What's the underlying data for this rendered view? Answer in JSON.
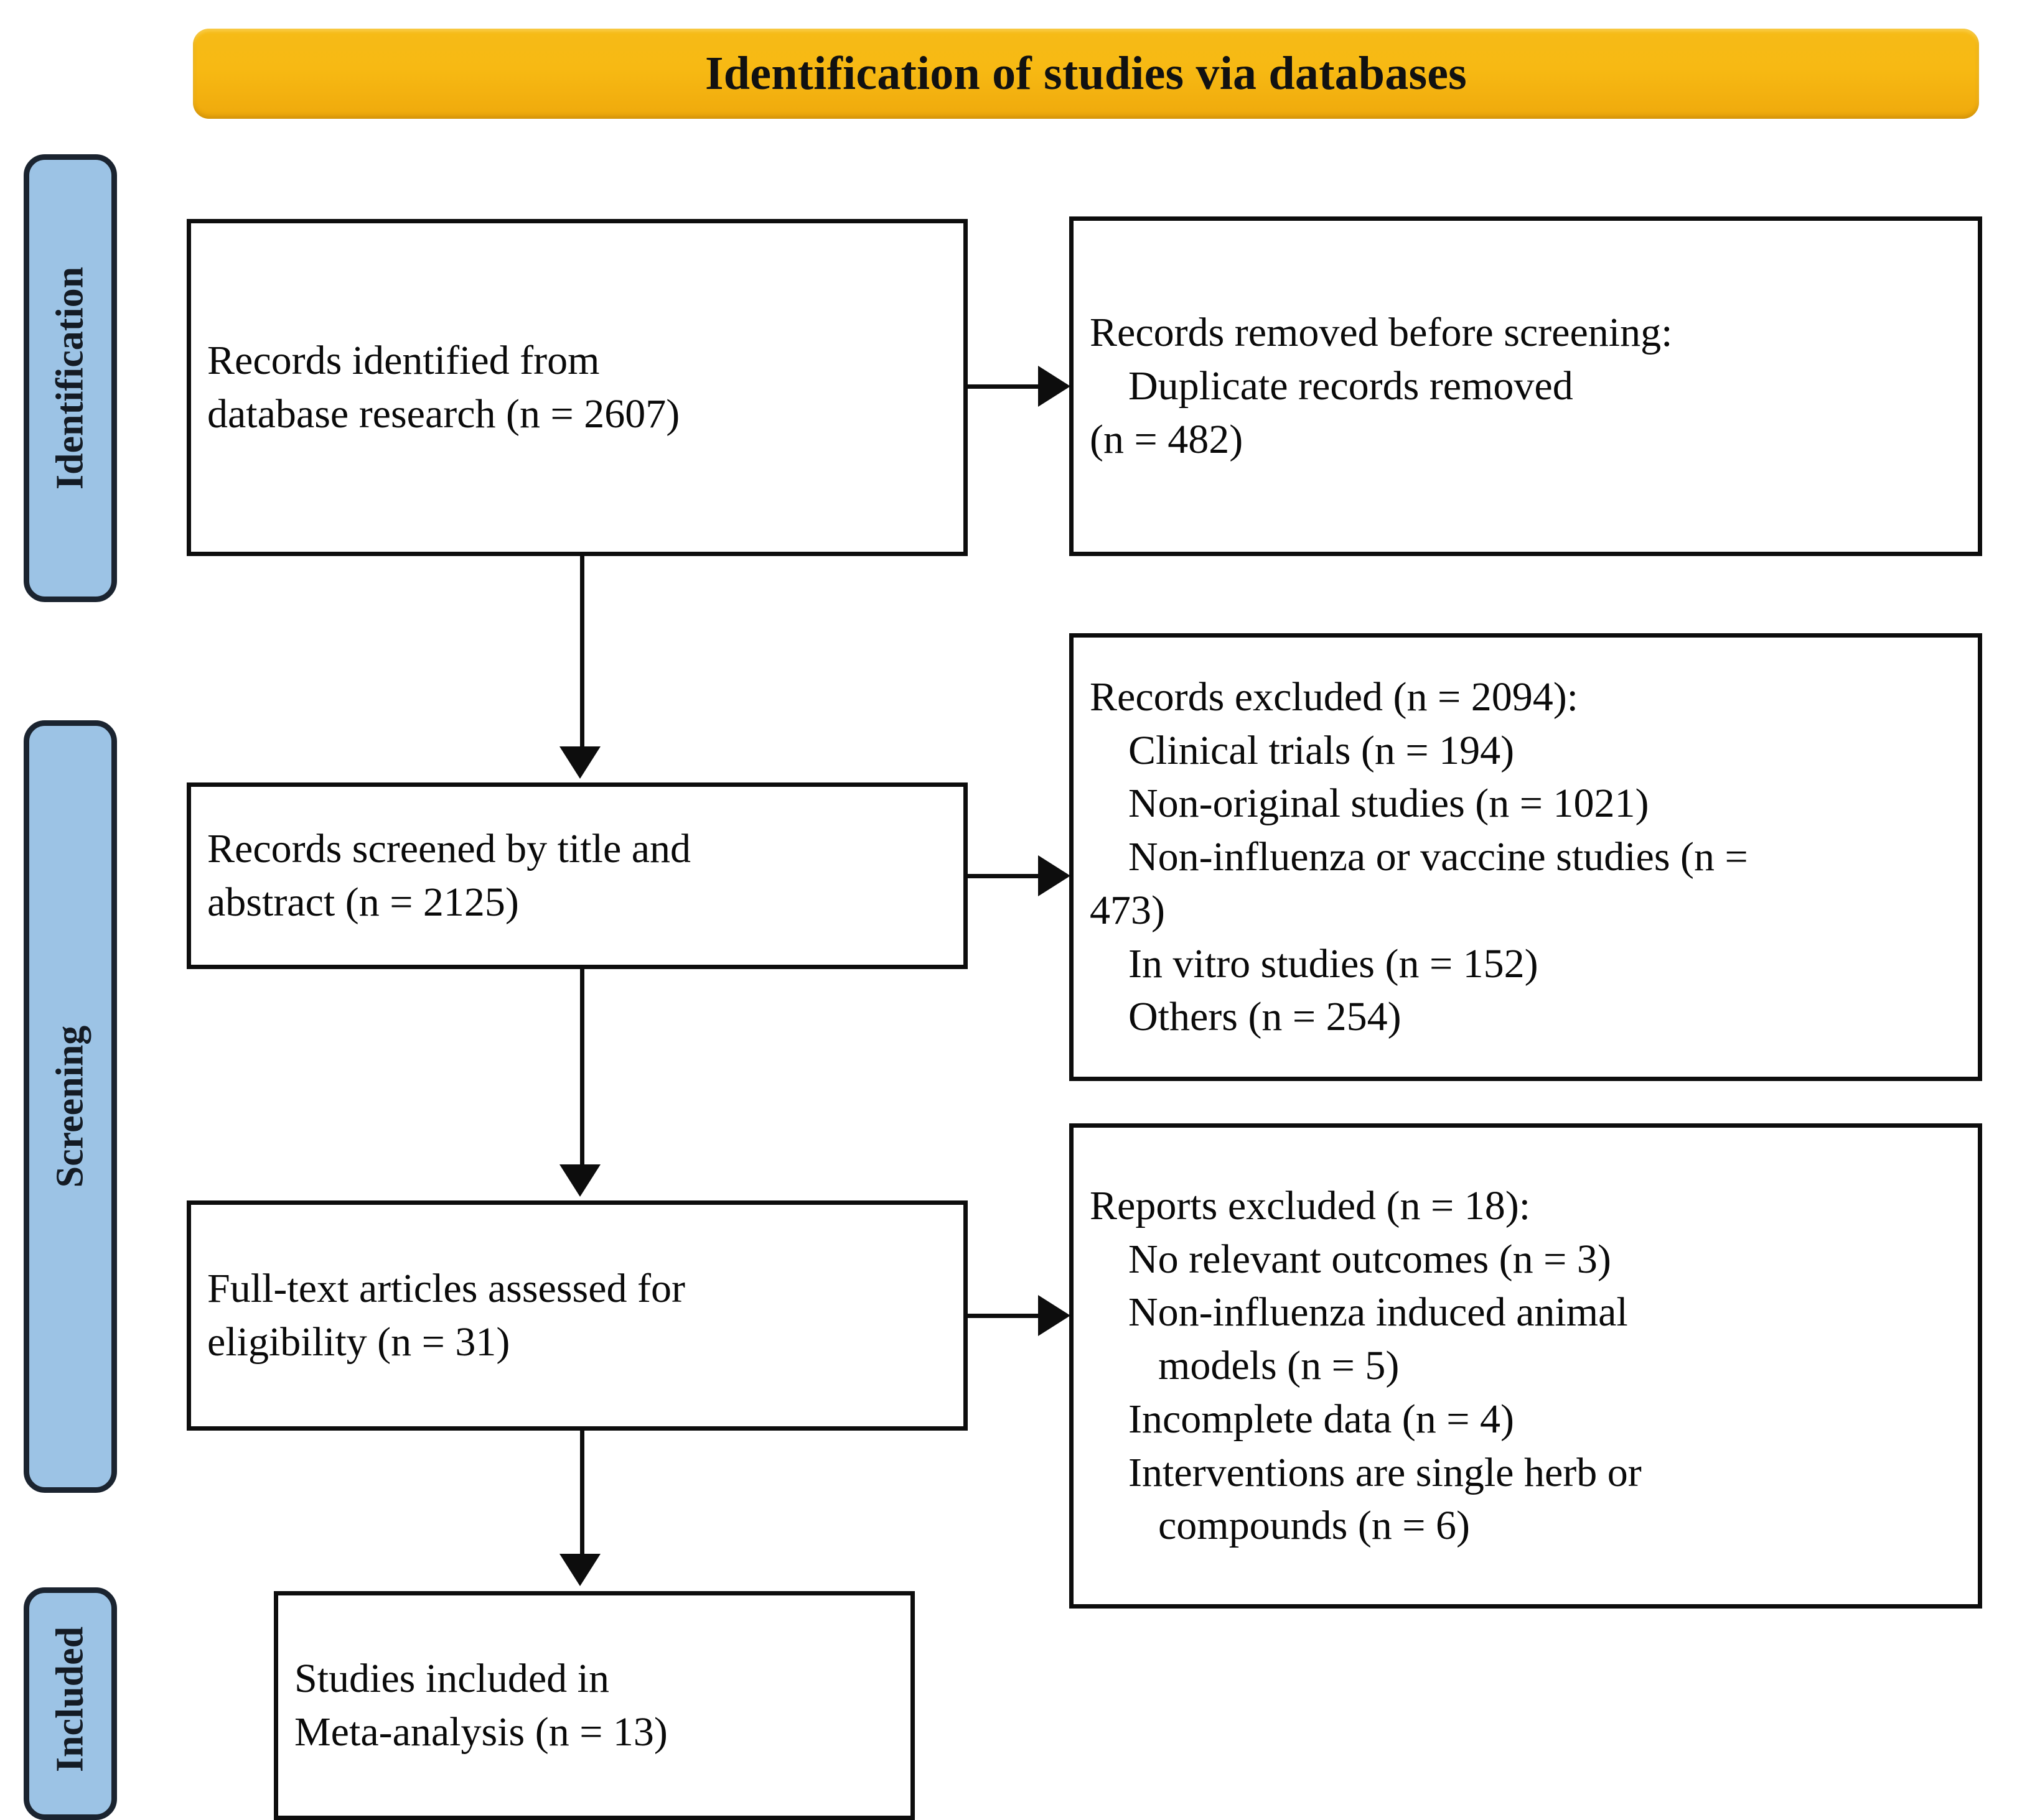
{
  "banner": {
    "title": "Identification of studies via databases",
    "color": "#f7b913"
  },
  "stages": [
    {
      "label": "Identification"
    },
    {
      "label": "Screening"
    },
    {
      "label": "Included"
    }
  ],
  "boxes": {
    "identified": {
      "lines": [
        "Records identified from",
        "database research (n = 2607)"
      ]
    },
    "removed": {
      "lines": [
        "Records removed before screening:",
        "Duplicate records removed",
        "(n = 482)"
      ]
    },
    "screened": {
      "lines": [
        "Records screened by title and",
        "abstract (n = 2125)"
      ]
    },
    "excluded": {
      "lines": [
        "Records excluded (n = 2094):",
        "Clinical trials (n = 194)",
        "Non-original studies (n = 1021)",
        "Non-influenza or vaccine studies (n =",
        "473)",
        "In vitro studies (n = 152)",
        "Others (n = 254)"
      ]
    },
    "fulltext": {
      "lines": [
        "Full-text articles assessed for",
        "eligibility (n = 31)"
      ]
    },
    "reports": {
      "lines": [
        "Reports excluded (n = 18):",
        "No relevant outcomes (n = 3)",
        "Non-influenza induced animal",
        "models (n = 5)",
        "Incomplete data (n = 4)",
        "Interventions are single herb or",
        "compounds (n = 6)"
      ]
    },
    "included": {
      "lines": [
        "Studies included in",
        "Meta-analysis (n = 13)"
      ]
    }
  },
  "flow_data": {
    "type": "prisma-flow",
    "records_identified": 2607,
    "duplicates_removed": 482,
    "records_screened": 2125,
    "records_excluded_total": 2094,
    "records_excluded_breakdown": [
      {
        "reason": "Clinical trials",
        "n": 194
      },
      {
        "reason": "Non-original studies",
        "n": 1021
      },
      {
        "reason": "Non-influenza or vaccine studies",
        "n": 473
      },
      {
        "reason": "In vitro studies",
        "n": 152
      },
      {
        "reason": "Others",
        "n": 254
      }
    ],
    "fulltext_assessed": 31,
    "reports_excluded_total": 18,
    "reports_excluded_breakdown": [
      {
        "reason": "No relevant outcomes",
        "n": 3
      },
      {
        "reason": "Non-influenza induced animal models",
        "n": 5
      },
      {
        "reason": "Incomplete data",
        "n": 4
      },
      {
        "reason": "Interventions are single herb or compounds",
        "n": 6
      }
    ],
    "studies_included": 13
  }
}
